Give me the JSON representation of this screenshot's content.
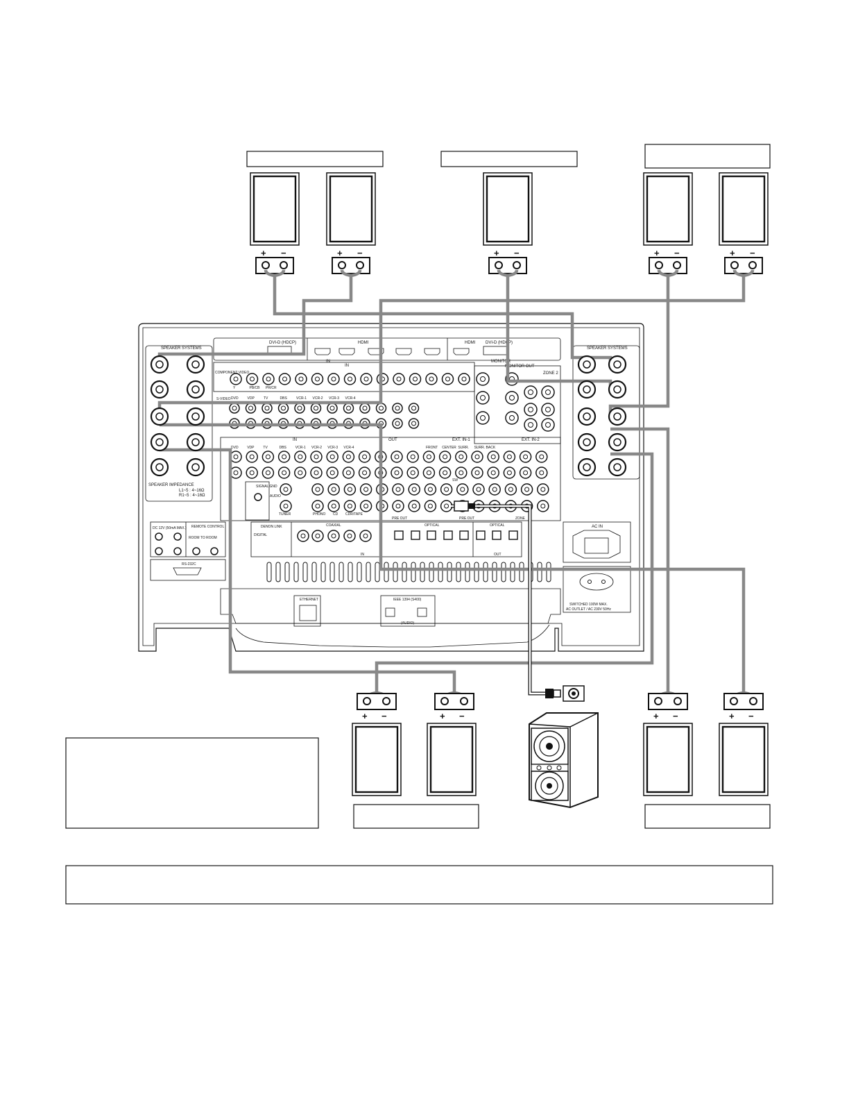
{
  "receiver": {
    "speaker_systems_left": "SPEAKER SYSTEMS",
    "speaker_systems_right": "SPEAKER SYSTEMS",
    "speaker_impedance_title": "SPEAKER IMPEDANCE",
    "speaker_impedance_l": "L1~5 : 4~16Ω",
    "speaker_impedance_r": "R1~5 : 4~16Ω",
    "dvid_hdcp": "DVI-D (HDCP)",
    "hdmi_in": "HDMI",
    "hdmi_out": "HDMI",
    "dvid_out": "DVI-D (HDCP)",
    "in_label": "IN",
    "out_label": "OUT",
    "monitor_label": "MONITOR",
    "monitor_out": "MONITOR OUT",
    "component_video": "COMPONENT VIDEO",
    "s_video": "S-VIDEO",
    "zone2": "ZONE 2",
    "ext_in_1": "EXT. IN-1",
    "ext_in_2": "EXT. IN-2",
    "signal_gnd": "SIGNAL GND",
    "audio": "AUDIO",
    "tuner": "TUNER",
    "phono": "PHONO",
    "cd": "CD",
    "cdr_tape": "CDR/TAPE",
    "pre_out": "PRE OUT",
    "zone": "ZONE",
    "denon_link": "DENON LINK",
    "digital": "DIGITAL",
    "coaxial": "COAXIAL",
    "optical": "OPTICAL",
    "dc12v": "DC 12V (50mA MAX.)",
    "remote_control": "REMOTE CONTROL",
    "room_to_room": "ROOM TO ROOM",
    "rs232c": "RS-232C",
    "ethernet": "ETHERNET",
    "ieee1394": "IEEE 1394 (S400)",
    "ieee_audio": "(AUDIO)",
    "ac_in": "AC IN",
    "switched": "SWITCHED 100W MAX.",
    "ac_outlet": "AC OUTLET / AC 230V 50Hz",
    "sw": "SW",
    "sources": [
      "DVD",
      "VDP",
      "TV",
      "DBS",
      "VCR-1",
      "VCR-2",
      "VCR-3",
      "VCR-4"
    ],
    "ext_in_cols": [
      "FRONT",
      "CENTER",
      "SURR.",
      "SURR. BACK"
    ],
    "component_cols": [
      "Y",
      "PB/CB",
      "PR/CR"
    ]
  },
  "symbols": {
    "plus": "+",
    "minus": "−"
  }
}
